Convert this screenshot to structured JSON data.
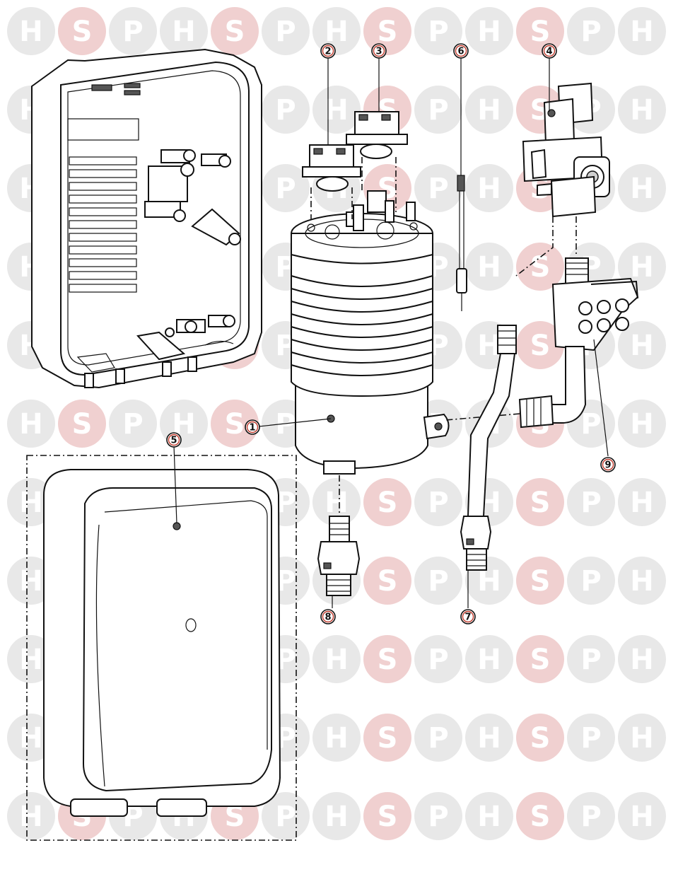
{
  "watermark": {
    "letters": [
      "H",
      "S",
      "P"
    ]
  },
  "callouts": [
    {
      "id": "1",
      "label": "1"
    },
    {
      "id": "2",
      "label": "2"
    },
    {
      "id": "3",
      "label": "3"
    },
    {
      "id": "4",
      "label": "4"
    },
    {
      "id": "5",
      "label": "5"
    },
    {
      "id": "6",
      "label": "6"
    },
    {
      "id": "7",
      "label": "7"
    },
    {
      "id": "8",
      "label": "8"
    },
    {
      "id": "9",
      "label": "9"
    }
  ],
  "colors": {
    "callout_ring": "#c0392b",
    "watermark_s": "#f0d0d0",
    "watermark_hp": "#e8e8e8"
  }
}
